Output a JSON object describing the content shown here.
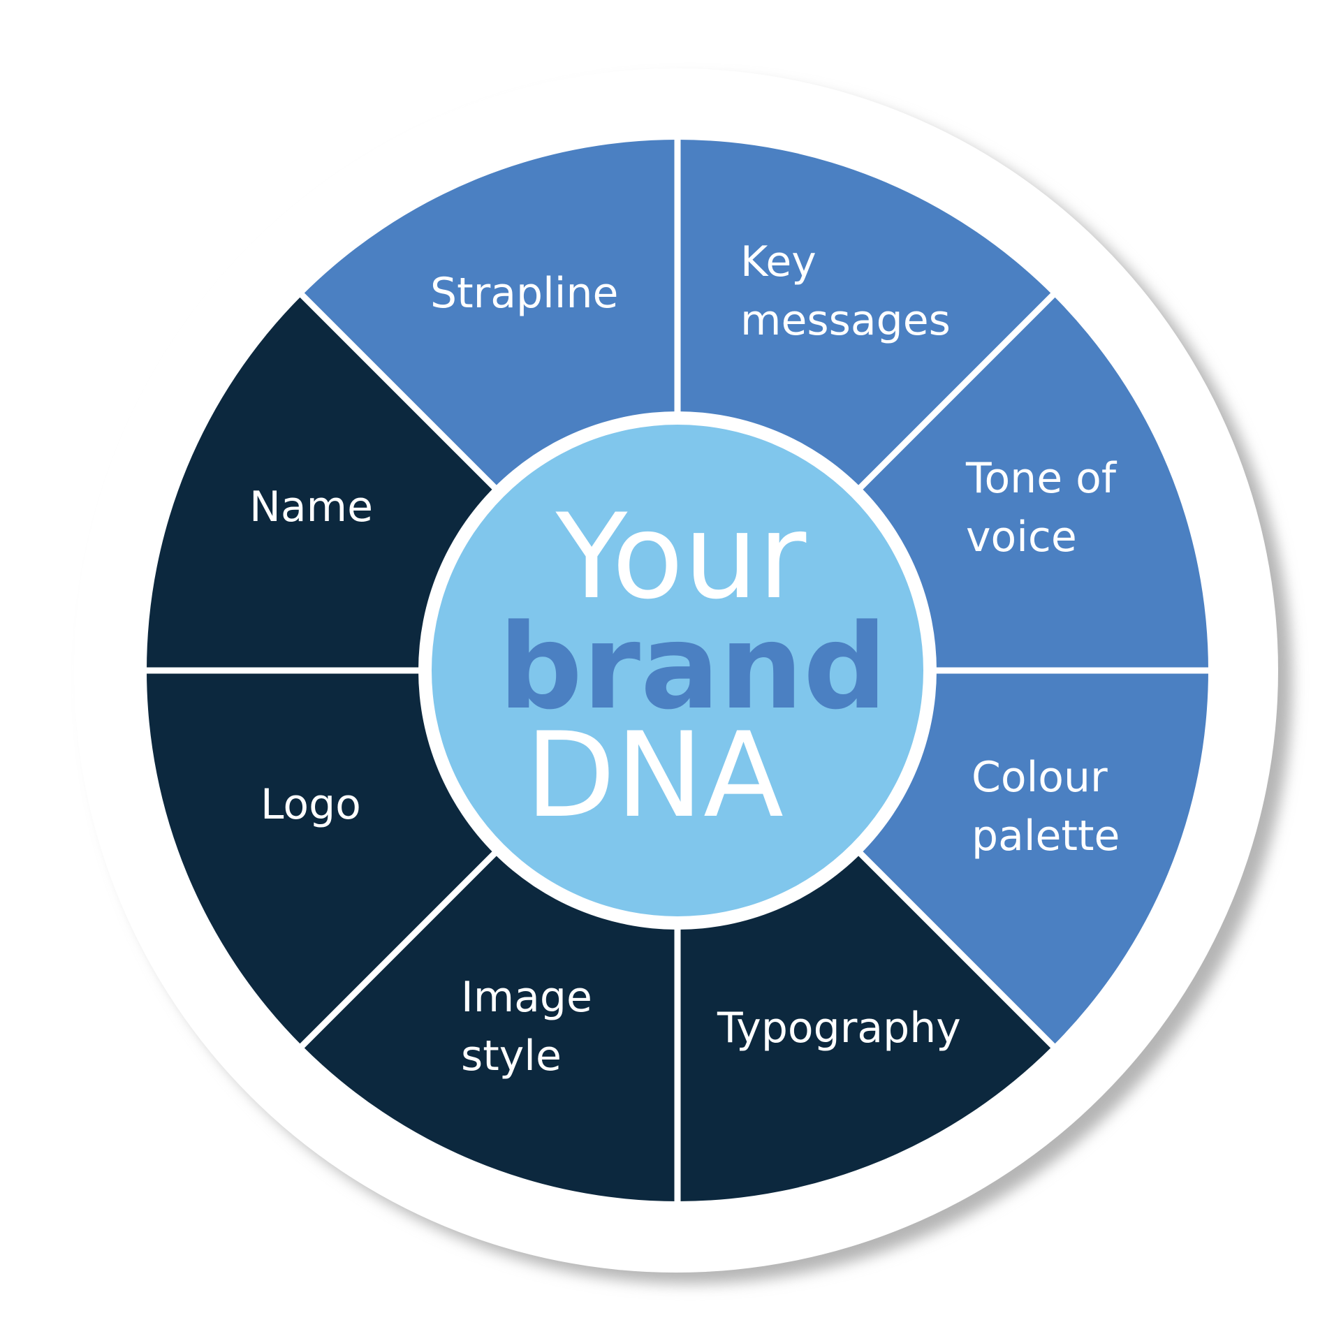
{
  "colors": {
    "background": "#ffffff",
    "outer_ring": "#ffffff",
    "outer_shadow": "#b5b5b5",
    "top_segments": "#4b80c2",
    "bottom_segments": "#0c283e",
    "divider": "#ffffff",
    "center_fill": "#80c6ec",
    "center_text_light": "#ffffff",
    "center_text_accent": "#4b80c2"
  },
  "center": {
    "line1": "Your",
    "line2": "brand",
    "line3": "DNA"
  },
  "segments": [
    {
      "id": "strapline",
      "lines": [
        "Strapline"
      ],
      "group": "top"
    },
    {
      "id": "key-messages",
      "lines": [
        "Key",
        "messages"
      ],
      "group": "top"
    },
    {
      "id": "tone-of-voice",
      "lines": [
        "Tone of",
        "voice"
      ],
      "group": "top"
    },
    {
      "id": "colour-palette",
      "lines": [
        "Colour",
        "palette"
      ],
      "group": "bottom"
    },
    {
      "id": "typography",
      "lines": [
        "Typography"
      ],
      "group": "bottom"
    },
    {
      "id": "image-style",
      "lines": [
        "Image",
        "style"
      ],
      "group": "bottom"
    },
    {
      "id": "logo",
      "lines": [
        "Logo"
      ],
      "group": "bottom"
    },
    {
      "id": "name",
      "lines": [
        "Name"
      ],
      "group": "top"
    }
  ]
}
